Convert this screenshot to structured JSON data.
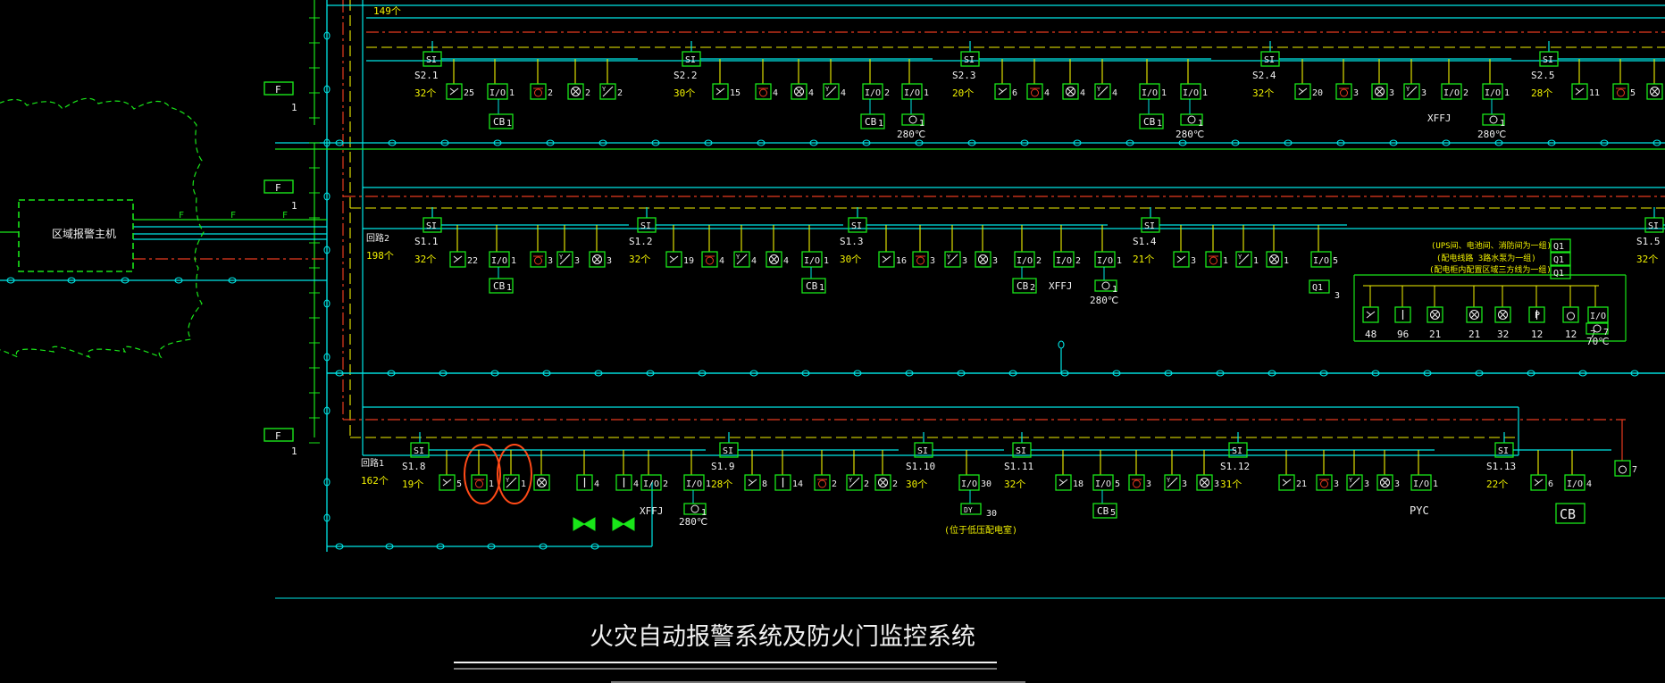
{
  "drawing": {
    "title": "火灾自动报警系统及防火门监控系统",
    "host_label": "区域报警主机",
    "floor_label": "F",
    "floor_count": "1",
    "bus_f": "F",
    "loops": {
      "loop2": {
        "name": "回路2",
        "count": "198个"
      },
      "loop1": {
        "name": "回路1",
        "count": "162个"
      },
      "top": {
        "count": "149个"
      }
    },
    "temp": "280℃",
    "temp70": "70℃",
    "dy_note": "(位于低压配电室)",
    "equip_note": [
      "(UPS间、电池间、消防间为一组)",
      "(配电线路 3路水泵为一组)",
      "(配电柜内配置区域三方线为一组)"
    ]
  },
  "modules": {
    "S2_1": {
      "id": "S2.1",
      "count": "32个"
    },
    "S2_2": {
      "id": "S2.2",
      "count": "30个"
    },
    "S2_3": {
      "id": "S2.3",
      "count": "20个"
    },
    "S2_4": {
      "id": "S2.4",
      "count": "32个"
    },
    "S2_5": {
      "id": "S2.5",
      "count": "28个"
    },
    "S1_1": {
      "id": "S1.1",
      "count": "32个"
    },
    "S1_2": {
      "id": "S1.2",
      "count": "32个"
    },
    "S1_3": {
      "id": "S1.3",
      "count": "30个"
    },
    "S1_4": {
      "id": "S1.4",
      "count": "21个"
    },
    "S1_5": {
      "id": "S1.5",
      "count": "32个"
    },
    "S1_8": {
      "id": "S1.8",
      "count": "19个"
    },
    "S1_9": {
      "id": "S1.9",
      "count": "28个"
    },
    "S1_10": {
      "id": "S1.10",
      "count": "30个"
    },
    "S1_11": {
      "id": "S1.11",
      "count": "32个"
    },
    "S1_12": {
      "id": "S1.12",
      "count": "31个"
    },
    "S1_13": {
      "id": "S1.13",
      "count": "22个"
    }
  },
  "symbols": {
    "si": "SI",
    "io": "I/O",
    "cb": "CB",
    "xffj": "XFFJ",
    "q1": "Q1",
    "dy": "DY",
    "pyc": "PYC",
    "p": "P"
  },
  "colors": {
    "bg": "#000000",
    "cyan": "#00e5e5",
    "green": "#19e619",
    "yellow": "#f2f200",
    "red": "#e63a1f",
    "orange": "#ff4a17",
    "white": "#f0f0f0",
    "cyan_dim": "#00b4c8"
  }
}
